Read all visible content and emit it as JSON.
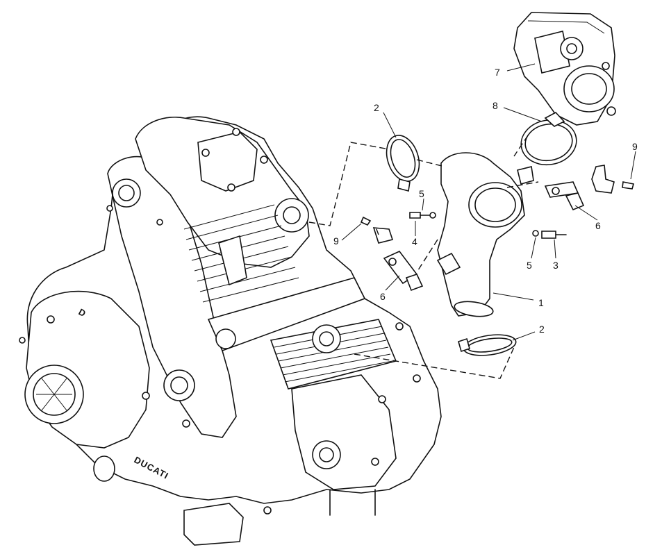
{
  "diagram": {
    "callouts": [
      {
        "id": "c1",
        "label": "1"
      },
      {
        "id": "c2a",
        "label": "2"
      },
      {
        "id": "c2b",
        "label": "2"
      },
      {
        "id": "c3",
        "label": "3"
      },
      {
        "id": "c4",
        "label": "4"
      },
      {
        "id": "c5a",
        "label": "5"
      },
      {
        "id": "c5b",
        "label": "5"
      },
      {
        "id": "c6a",
        "label": "6"
      },
      {
        "id": "c6b",
        "label": "6"
      },
      {
        "id": "c7",
        "label": "7"
      },
      {
        "id": "c8",
        "label": "8"
      },
      {
        "id": "c9a",
        "label": "9"
      },
      {
        "id": "c9b",
        "label": "9"
      }
    ],
    "engine_brand": "DUCATI"
  }
}
